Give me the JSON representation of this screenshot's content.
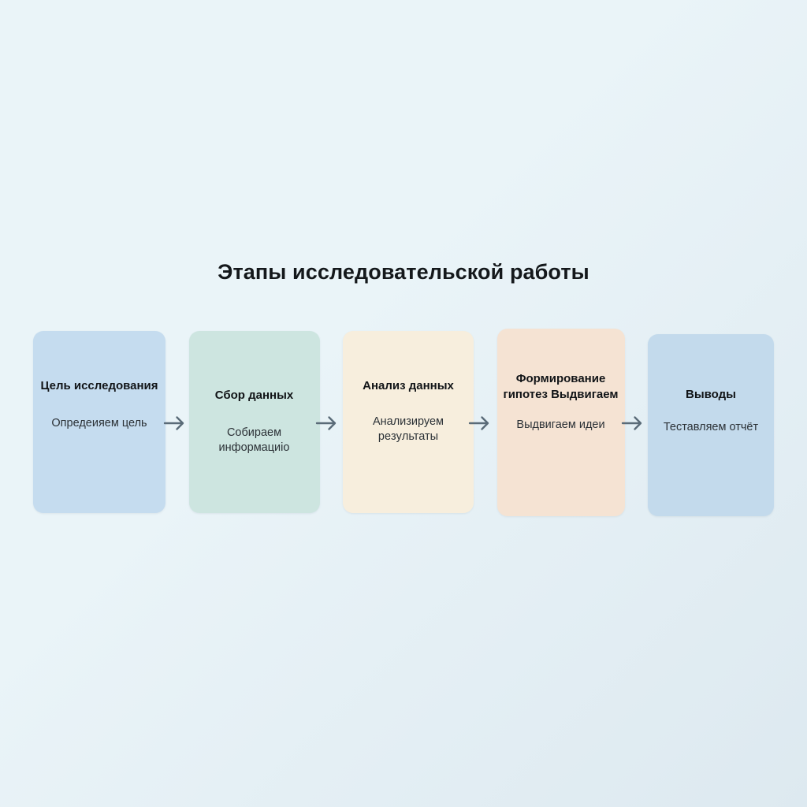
{
  "diagram": {
    "title": "Этапы исследовательской работы",
    "background_start": "#eaf4f8",
    "background_end": "#dde9f0",
    "arrow_color": "#5a6b78",
    "arrow_icon": "arrow-right-icon",
    "stages": [
      {
        "title": "Цель исследования",
        "description": "Опредеияем цель",
        "fill": "#c5dcef"
      },
      {
        "title": "Сбор данных",
        "description": "Собираем информациio",
        "fill": "#cde5e0"
      },
      {
        "title": "Анализ данных",
        "description": "Анализируем peзyльтаты",
        "fill": "#f7eedd"
      },
      {
        "title": "Формирование гипотез Выдвигаем",
        "description": "Выдвигаем идеи",
        "fill": "#f5e3d3"
      },
      {
        "title": "Выводы",
        "description": "Теставляем отчёт",
        "fill": "#c3daec"
      }
    ]
  }
}
